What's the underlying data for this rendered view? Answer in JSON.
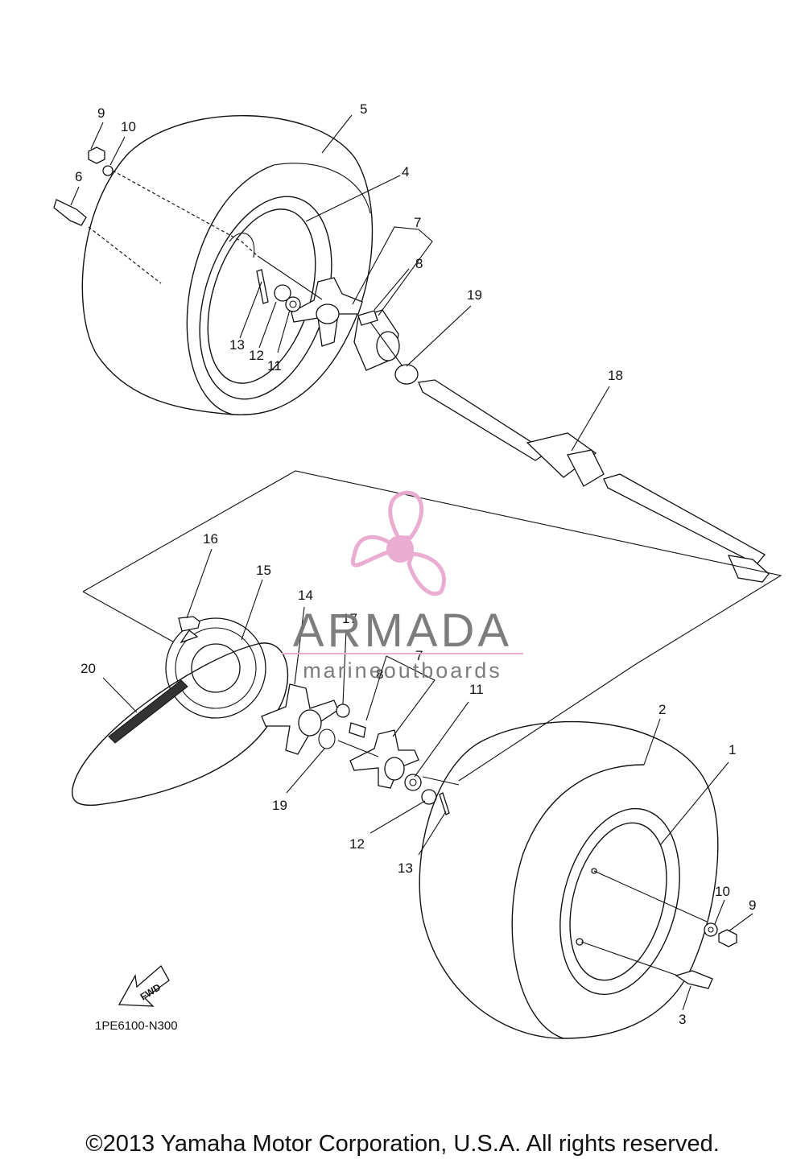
{
  "labels": {
    "l1": "1",
    "l2": "2",
    "l3": "3",
    "l4": "4",
    "l5": "5",
    "l6": "6",
    "l7a": "7",
    "l7b": "7",
    "l8a": "8",
    "l8b": "8",
    "l9a": "9",
    "l9b": "9",
    "l10a": "10",
    "l10b": "10",
    "l11a": "11",
    "l11b": "11",
    "l12a": "12",
    "l12b": "12",
    "l13a": "13",
    "l13b": "13",
    "l14": "14",
    "l15": "15",
    "l16": "16",
    "l17": "17",
    "l18": "18",
    "l19a": "19",
    "l19b": "19",
    "l20": "20"
  },
  "fwd_label": "FWD",
  "reference_code": "1PE6100-N300",
  "watermark": {
    "brand": "ARMADA",
    "tagline": "marineoutboards",
    "color": "#e9a9cf"
  },
  "copyright": "©2013 Yamaha Motor Corporation, U.S.A. All rights reserved."
}
